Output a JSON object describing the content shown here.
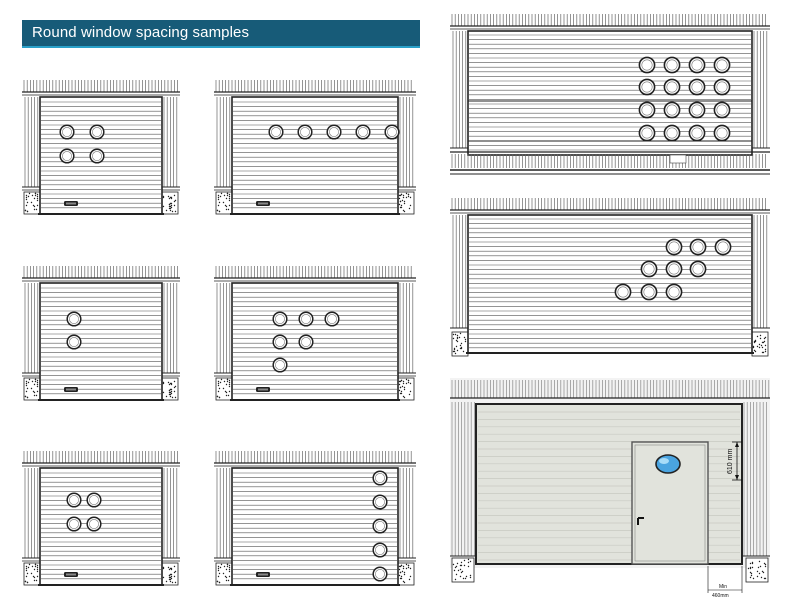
{
  "header": {
    "title": "Round window spacing samples"
  },
  "samples": [
    {
      "id": "sample-2x2",
      "window_layout": [
        2,
        2
      ]
    },
    {
      "id": "sample-1x5",
      "window_layout": [
        5
      ]
    },
    {
      "id": "sample-vertical-2",
      "window_layout": [
        1,
        1
      ]
    },
    {
      "id": "sample-3-2-1",
      "window_layout": [
        3,
        2,
        1
      ]
    },
    {
      "id": "sample-2x2-center",
      "window_layout": [
        2,
        2
      ]
    },
    {
      "id": "sample-vertical-5",
      "window_layout": [
        1,
        1,
        1,
        1,
        1
      ]
    },
    {
      "id": "sample-4x4",
      "window_layout": [
        4,
        4,
        4,
        4
      ]
    },
    {
      "id": "sample-stepped-3x3",
      "window_layout": [
        3,
        3,
        3
      ]
    }
  ],
  "detail": {
    "dimension_label": "610 mm",
    "min_note": "Min",
    "min_value": "460mm"
  },
  "colors": {
    "title_bg": "#175b78",
    "title_accent": "#2aa0c8",
    "line": "#222222",
    "detail_panel": "#e1e3dc"
  }
}
